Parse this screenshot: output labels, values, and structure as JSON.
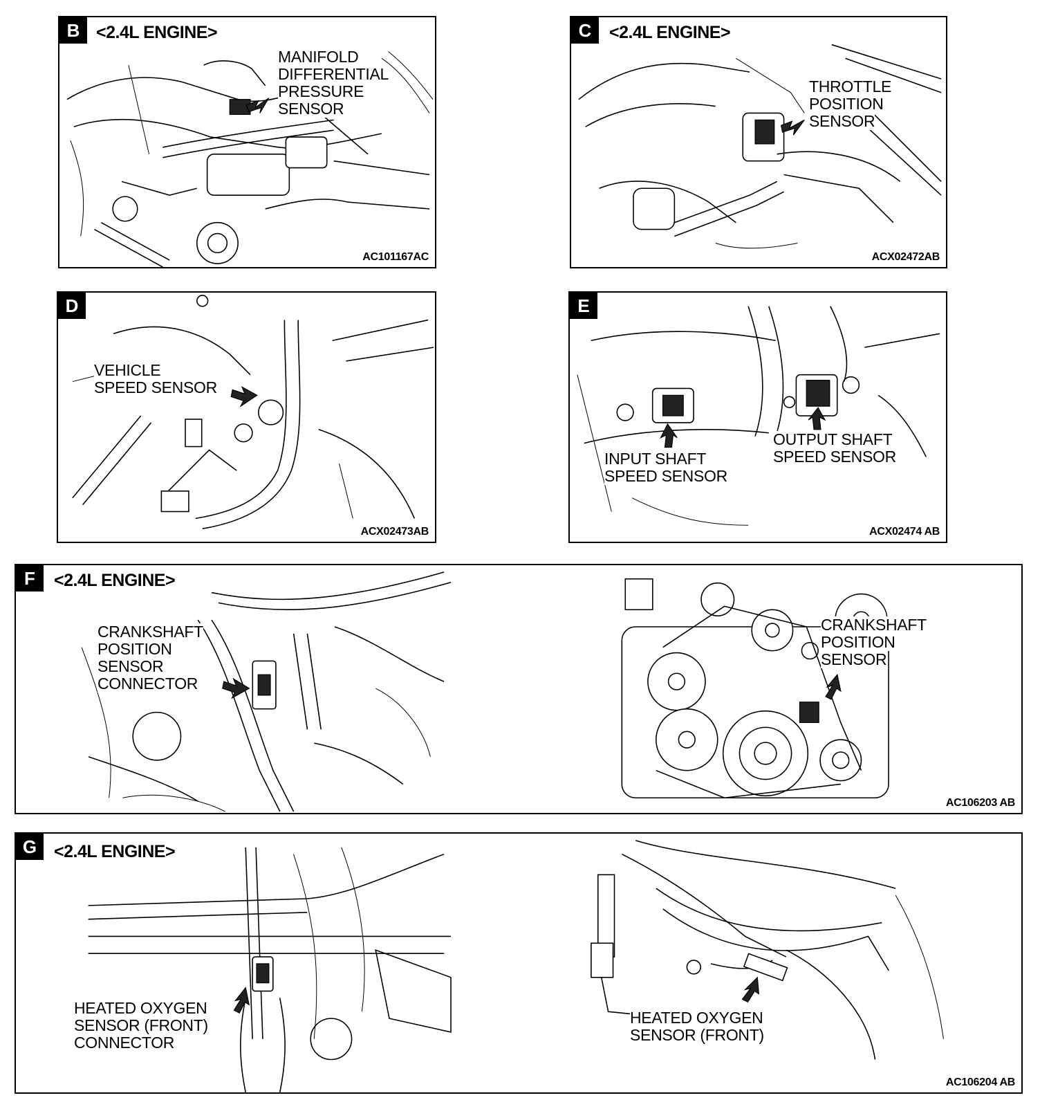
{
  "panels": {
    "b": {
      "letter": "B",
      "engine": "<2.4L ENGINE>",
      "label": [
        "MANIFOLD",
        "DIFFERENTIAL",
        "PRESSURE",
        "SENSOR"
      ],
      "code": "AC101167AC"
    },
    "c": {
      "letter": "C",
      "engine": "<2.4L ENGINE>",
      "label": [
        "THROTTLE",
        "POSITION",
        "SENSOR"
      ],
      "code": "ACX02472AB"
    },
    "d": {
      "letter": "D",
      "label": [
        "VEHICLE",
        "SPEED SENSOR"
      ],
      "code": "ACX02473AB"
    },
    "e": {
      "letter": "E",
      "label_input": [
        "INPUT SHAFT",
        "SPEED SENSOR"
      ],
      "label_output": [
        "OUTPUT SHAFT",
        "SPEED SENSOR"
      ],
      "code": "ACX02474 AB"
    },
    "f": {
      "letter": "F",
      "engine": "<2.4L ENGINE>",
      "label_connector": [
        "CRANKSHAFT",
        "POSITION",
        "SENSOR",
        "CONNECTOR"
      ],
      "label_sensor": [
        "CRANKSHAFT",
        "POSITION",
        "SENSOR"
      ],
      "code": "AC106203 AB"
    },
    "g": {
      "letter": "G",
      "engine": "<2.4L ENGINE>",
      "label_connector": [
        "HEATED OXYGEN",
        "SENSOR (FRONT)",
        "CONNECTOR"
      ],
      "label_sensor": [
        "HEATED OXYGEN",
        "SENSOR (FRONT)"
      ],
      "code": "AC106204 AB"
    }
  }
}
